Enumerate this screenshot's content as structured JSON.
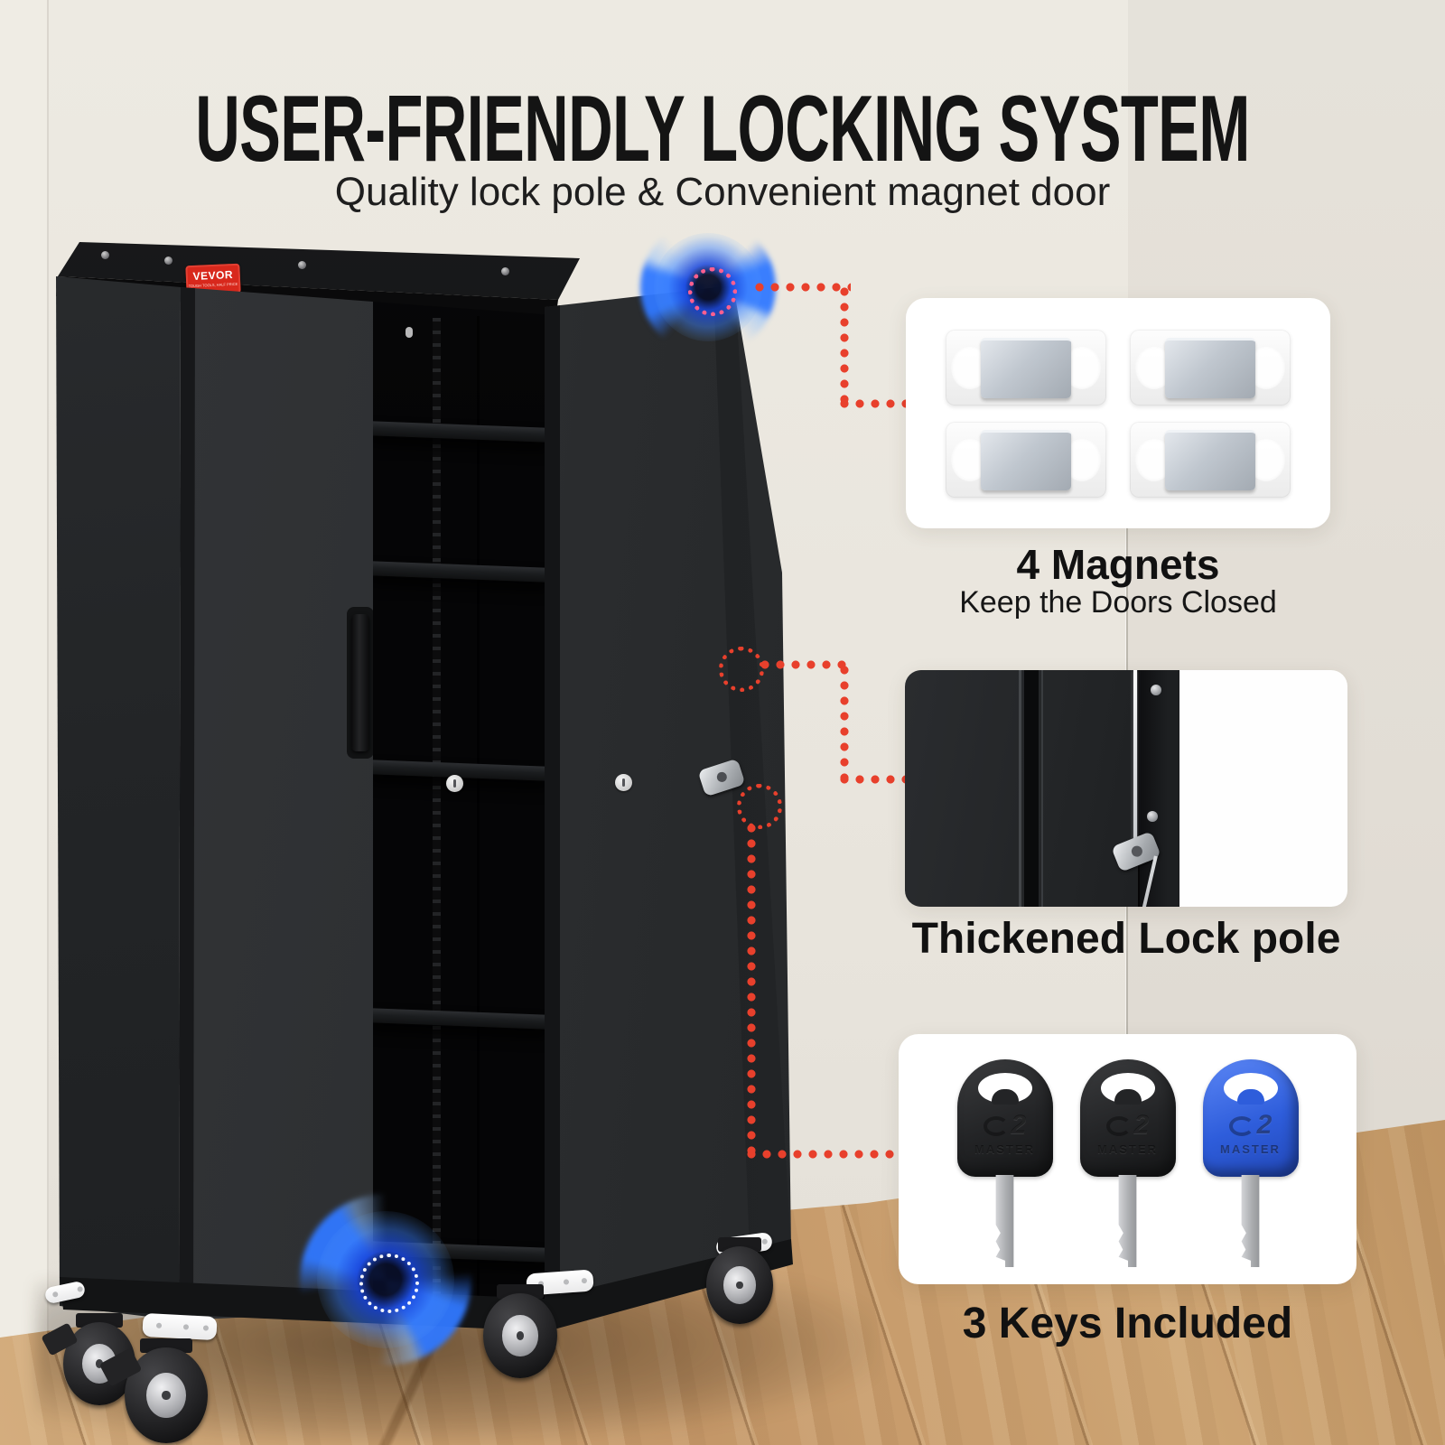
{
  "page": {
    "title": "USER-FRIENDLY LOCKING SYSTEM",
    "subtitle": "Quality lock pole & Convenient magnet door"
  },
  "brand": {
    "name": "VEVOR",
    "tagline": "TOUGH TOOLS, HALF PRICE"
  },
  "callouts": {
    "magnets": {
      "heading": "4 Magnets",
      "subheading": "Keep the Doors Closed",
      "magnet_count": 4
    },
    "lockpole": {
      "heading": "Thickened Lock pole"
    },
    "keys": {
      "heading": "3 Keys Included",
      "key_count": 3,
      "key_colors": [
        "black",
        "black",
        "blue"
      ],
      "key_brand": "MASTER",
      "key_number": "2"
    }
  },
  "colors": {
    "accent_red": "#e8402c",
    "glow_blue": "#1f6bff",
    "brand_red": "#d8281c",
    "key_blue": "#2e5ddb",
    "cabinet_black": "#232527",
    "wall_beige": "#eae6de",
    "floor_wood": "#c79e6d"
  }
}
